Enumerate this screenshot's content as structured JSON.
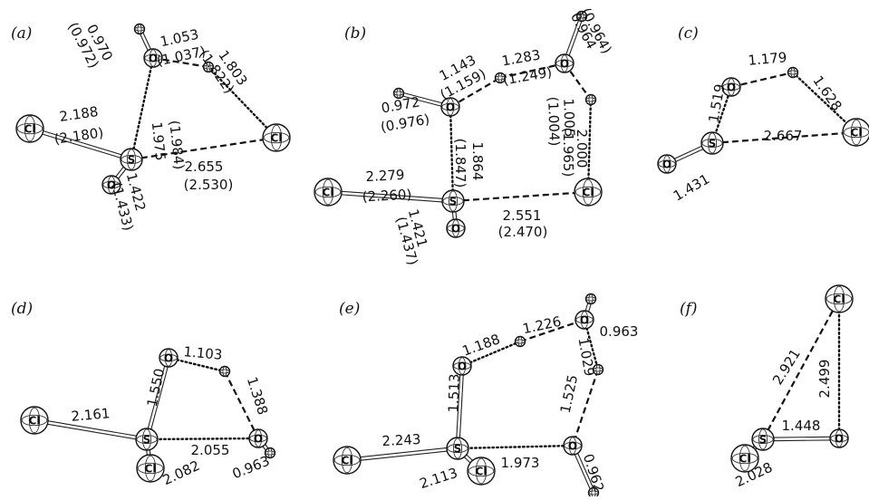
{
  "figure": {
    "panels": [
      {
        "label": "(a)",
        "atoms": [
          {
            "id": "Cl1",
            "el": "Cl"
          },
          {
            "id": "S",
            "el": "S"
          },
          {
            "id": "O1",
            "el": "O"
          },
          {
            "id": "O2",
            "el": "O"
          },
          {
            "id": "H1",
            "el": "H"
          },
          {
            "id": "H2",
            "el": "H"
          },
          {
            "id": "Cl2",
            "el": "Cl"
          }
        ],
        "bonds": [
          {
            "from": "Cl1",
            "to": "S",
            "style": "double"
          },
          {
            "from": "S",
            "to": "O1",
            "style": "double"
          },
          {
            "from": "O2",
            "to": "H1",
            "style": "double"
          },
          {
            "from": "O2",
            "to": "S",
            "style": "dotted"
          },
          {
            "from": "O2",
            "to": "H2",
            "style": "dashed"
          },
          {
            "from": "H2",
            "to": "Cl2",
            "style": "dotted"
          },
          {
            "from": "S",
            "to": "Cl2",
            "style": "dashed"
          }
        ],
        "labels": [
          {
            "text": "2.188",
            "rot": -8
          },
          {
            "text": "(2.180)",
            "rot": -8
          },
          {
            "text": "1.422",
            "rot": 75
          },
          {
            "text": "(1.433)",
            "rot": 75
          },
          {
            "text": "1.975",
            "rot": 84
          },
          {
            "text": "(1.984)",
            "rot": 84
          },
          {
            "text": "0.970",
            "rot": 62
          },
          {
            "text": "(0.972)",
            "rot": 62
          },
          {
            "text": "1.053",
            "rot": -12
          },
          {
            "text": "(1.037)",
            "rot": -12
          },
          {
            "text": "1.803",
            "rot": 55
          },
          {
            "text": "(1.822)",
            "rot": 55
          },
          {
            "text": "2.655",
            "rot": 0
          },
          {
            "text": "(2.530)",
            "rot": 0
          }
        ]
      },
      {
        "label": "(b)",
        "atoms": [
          {
            "id": "Cl1",
            "el": "Cl"
          },
          {
            "id": "S",
            "el": "S"
          },
          {
            "id": "O1",
            "el": "O"
          },
          {
            "id": "O2",
            "el": "O"
          },
          {
            "id": "H1",
            "el": "H"
          },
          {
            "id": "H2",
            "el": "H"
          },
          {
            "id": "O3",
            "el": "O"
          },
          {
            "id": "H3",
            "el": "H"
          },
          {
            "id": "H4",
            "el": "H"
          },
          {
            "id": "Cl2",
            "el": "Cl"
          }
        ],
        "bonds": [
          {
            "from": "Cl1",
            "to": "S",
            "style": "double"
          },
          {
            "from": "S",
            "to": "O1",
            "style": "double"
          },
          {
            "from": "O2",
            "to": "H1",
            "style": "double"
          },
          {
            "from": "O2",
            "to": "S",
            "style": "dotted"
          },
          {
            "from": "O2",
            "to": "H2",
            "style": "dashed"
          },
          {
            "from": "H2",
            "to": "O3",
            "style": "dashed"
          },
          {
            "from": "O3",
            "to": "H3",
            "style": "double"
          },
          {
            "from": "O3",
            "to": "H4",
            "style": "dashed"
          },
          {
            "from": "H4",
            "to": "Cl2",
            "style": "dotted"
          },
          {
            "from": "S",
            "to": "Cl2",
            "style": "dashed"
          }
        ],
        "labels": [
          {
            "text": "2.279",
            "rot": -3
          },
          {
            "text": "(2.260)",
            "rot": -3
          },
          {
            "text": "1.421",
            "rot": 75
          },
          {
            "text": "(1.437)",
            "rot": 75
          },
          {
            "text": "1.864",
            "rot": 90
          },
          {
            "text": "(1.847)",
            "rot": 90
          },
          {
            "text": "0.972",
            "rot": -10
          },
          {
            "text": "(0.976)",
            "rot": -10
          },
          {
            "text": "1.143",
            "rot": -28
          },
          {
            "text": "(1.159)",
            "rot": -28
          },
          {
            "text": "1.283",
            "rot": -10
          },
          {
            "text": "(1.249)",
            "rot": -10
          },
          {
            "text": "0.964",
            "rot": 62
          },
          {
            "text": "(0.964)",
            "rot": 62
          },
          {
            "text": "1.005",
            "rot": 88
          },
          {
            "text": "(1.004)",
            "rot": 88
          },
          {
            "text": "2.000",
            "rot": 90
          },
          {
            "text": "(1.965)",
            "rot": 90
          },
          {
            "text": "2.551",
            "rot": 0
          },
          {
            "text": "(2.470)",
            "rot": 0
          }
        ]
      },
      {
        "label": "(c)",
        "atoms": [
          {
            "id": "O1",
            "el": "O"
          },
          {
            "id": "S",
            "el": "S"
          },
          {
            "id": "O2",
            "el": "O"
          },
          {
            "id": "H",
            "el": "H"
          },
          {
            "id": "Cl",
            "el": "Cl"
          }
        ],
        "bonds": [
          {
            "from": "O1",
            "to": "S",
            "style": "double"
          },
          {
            "from": "S",
            "to": "O2",
            "style": "dotted"
          },
          {
            "from": "O2",
            "to": "H",
            "style": "dashed"
          },
          {
            "from": "H",
            "to": "Cl",
            "style": "dotted"
          },
          {
            "from": "S",
            "to": "Cl",
            "style": "dashed"
          }
        ],
        "labels": [
          {
            "text": "1.431",
            "rot": -30
          },
          {
            "text": "1.519",
            "rot": -80
          },
          {
            "text": "1.179",
            "rot": -5
          },
          {
            "text": "1.628",
            "rot": 55
          },
          {
            "text": "2.667",
            "rot": 0
          }
        ]
      },
      {
        "label": "(d)",
        "atoms": [
          {
            "id": "Cl1",
            "el": "Cl"
          },
          {
            "id": "S",
            "el": "S"
          },
          {
            "id": "Cl2",
            "el": "Cl"
          },
          {
            "id": "O1",
            "el": "O"
          },
          {
            "id": "H1",
            "el": "H"
          },
          {
            "id": "O2",
            "el": "O"
          },
          {
            "id": "H2",
            "el": "H"
          }
        ],
        "bonds": [
          {
            "from": "Cl1",
            "to": "S",
            "style": "double"
          },
          {
            "from": "S",
            "to": "Cl2",
            "style": "double"
          },
          {
            "from": "S",
            "to": "O1",
            "style": "double"
          },
          {
            "from": "O1",
            "to": "H1",
            "style": "dotted"
          },
          {
            "from": "H1",
            "to": "O2",
            "style": "dashed"
          },
          {
            "from": "O2",
            "to": "H2",
            "style": "double"
          },
          {
            "from": "S",
            "to": "O2",
            "style": "dotted"
          }
        ],
        "labels": [
          {
            "text": "2.161",
            "rot": -5
          },
          {
            "text": "2.082",
            "rot": -25
          },
          {
            "text": "1.550",
            "rot": -78
          },
          {
            "text": "1.103",
            "rot": 5
          },
          {
            "text": "1.388",
            "rot": 72
          },
          {
            "text": "2.055",
            "rot": 0
          },
          {
            "text": "0.963",
            "rot": -22
          }
        ]
      },
      {
        "label": "(e)",
        "atoms": [
          {
            "id": "Cl1",
            "el": "Cl"
          },
          {
            "id": "S",
            "el": "S"
          },
          {
            "id": "Cl2",
            "el": "Cl"
          },
          {
            "id": "O1",
            "el": "O"
          },
          {
            "id": "H1",
            "el": "H"
          },
          {
            "id": "O2",
            "el": "O"
          },
          {
            "id": "H2",
            "el": "H"
          },
          {
            "id": "H3",
            "el": "H"
          },
          {
            "id": "O3",
            "el": "O"
          },
          {
            "id": "H4",
            "el": "H"
          }
        ],
        "bonds": [
          {
            "from": "Cl1",
            "to": "S",
            "style": "double"
          },
          {
            "from": "S",
            "to": "Cl2",
            "style": "double"
          },
          {
            "from": "S",
            "to": "O1",
            "style": "double"
          },
          {
            "from": "O1",
            "to": "H1",
            "style": "dotted"
          },
          {
            "from": "H1",
            "to": "O2",
            "style": "dashed"
          },
          {
            "from": "O2",
            "to": "H2",
            "style": "double"
          },
          {
            "from": "O2",
            "to": "H3",
            "style": "dotted"
          },
          {
            "from": "H3",
            "to": "O3",
            "style": "dashed"
          },
          {
            "from": "O3",
            "to": "H4",
            "style": "double"
          },
          {
            "from": "S",
            "to": "O3",
            "style": "dotted"
          }
        ],
        "labels": [
          {
            "text": "2.243",
            "rot": -3
          },
          {
            "text": "2.113",
            "rot": -18
          },
          {
            "text": "1.513",
            "rot": -88
          },
          {
            "text": "1.188",
            "rot": -20
          },
          {
            "text": "1.226",
            "rot": -12
          },
          {
            "text": "0.963",
            "rot": 0
          },
          {
            "text": "1.029",
            "rot": 80
          },
          {
            "text": "1.525",
            "rot": -78
          },
          {
            "text": "1.973",
            "rot": 0
          },
          {
            "text": "0.962",
            "rot": 72
          }
        ]
      },
      {
        "label": "(f)",
        "atoms": [
          {
            "id": "Cl1",
            "el": "Cl"
          },
          {
            "id": "S",
            "el": "S"
          },
          {
            "id": "Cl2",
            "el": "Cl"
          },
          {
            "id": "O",
            "el": "O"
          }
        ],
        "bonds": [
          {
            "from": "Cl2",
            "to": "S",
            "style": "double"
          },
          {
            "from": "S",
            "to": "O",
            "style": "double"
          },
          {
            "from": "S",
            "to": "Cl1",
            "style": "dashed"
          },
          {
            "from": "O",
            "to": "Cl1",
            "style": "dotted"
          }
        ],
        "labels": [
          {
            "text": "2.921",
            "rot": -58
          },
          {
            "text": "2.499",
            "rot": -90
          },
          {
            "text": "1.448",
            "rot": 0
          },
          {
            "text": "2.028",
            "rot": -25
          }
        ]
      }
    ]
  }
}
